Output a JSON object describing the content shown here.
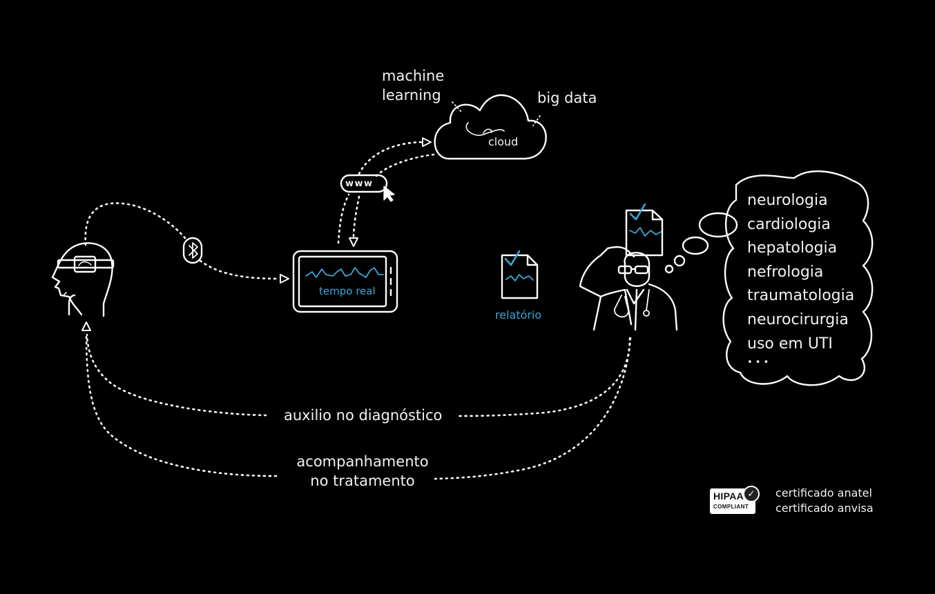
{
  "cloud": {
    "machine_learning_line1": "machine",
    "machine_learning_line2": "learning",
    "big_data": "big data",
    "label": "cloud"
  },
  "web": {
    "label": "www"
  },
  "tablet": {
    "label": "tempo real"
  },
  "report": {
    "label": "relatório"
  },
  "specialties": [
    "neurologia",
    "cardiologia",
    "hepatologia",
    "nefrologia",
    "traumatologia",
    "neurocirurgia",
    "uso em UTI",
    "• • •"
  ],
  "feedback": {
    "diagnosis": "auxilio no diagnóstico",
    "treatment_line1": "acompanhamento",
    "treatment_line2": "no tratamento"
  },
  "hipaa": {
    "line1": "HIPAA",
    "line2": "COMPLIANT"
  },
  "certifications": [
    "certificado anatel",
    "certificado anvisa"
  ],
  "colors": {
    "background": "#000000",
    "line": "#ffffff",
    "accent": "#3aa7d8"
  }
}
